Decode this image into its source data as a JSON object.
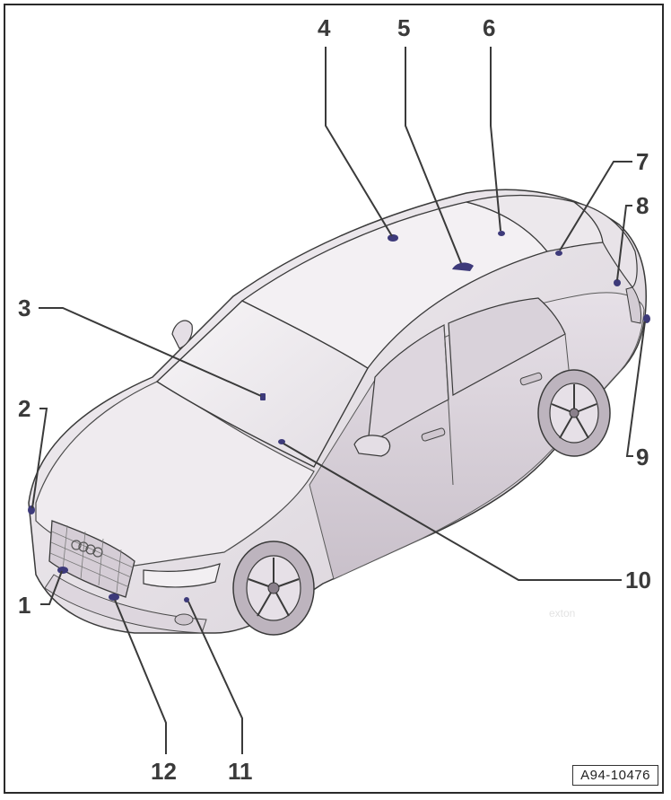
{
  "diagram": {
    "reference_code": "A94-10476",
    "watermark": "exton",
    "callouts": [
      {
        "id": "1",
        "label": "1"
      },
      {
        "id": "2",
        "label": "2"
      },
      {
        "id": "3",
        "label": "3"
      },
      {
        "id": "4",
        "label": "4"
      },
      {
        "id": "5",
        "label": "5"
      },
      {
        "id": "6",
        "label": "6"
      },
      {
        "id": "7",
        "label": "7"
      },
      {
        "id": "8",
        "label": "8"
      },
      {
        "id": "9",
        "label": "9"
      },
      {
        "id": "10",
        "label": "10"
      },
      {
        "id": "11",
        "label": "11"
      },
      {
        "id": "12",
        "label": "12"
      }
    ],
    "colors": {
      "line": "#3a3a3a",
      "body_fill": "#eeeaee",
      "body_shade": "#d9d2da",
      "component_marker": "#3d3a7a"
    }
  }
}
